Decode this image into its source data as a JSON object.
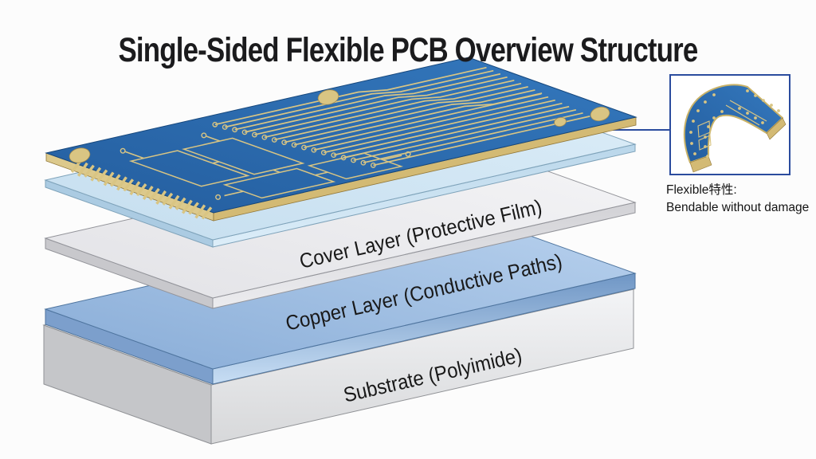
{
  "title": "Single-Sided Flexible PCB Overview Structure",
  "layer_labels": {
    "cover": "Cover Layer (Protective Film)",
    "copper": "Copper Layer (Conductive Paths)",
    "substrate": "Substrate (Polyimide)"
  },
  "callout": {
    "caption_line1": "Flexible特性:",
    "caption_line2": "Bendable without damage"
  },
  "colors": {
    "accent_blue": "#2b4c9e",
    "pcb_blue": "#2e6fb5",
    "pcb_blue_dark": "#245e9f",
    "trace_gold": "#d9c583",
    "pad_gold": "#d9c583",
    "edge_gold_left": "#dcc98c",
    "edge_gold_right": "#d3ba74",
    "film_blue": "#cfe4f3",
    "cover_gray": "#eeeef1",
    "copper_blue": "#9dbde4",
    "substrate_gray": "#e8e9eb",
    "title_color": "#1b1b1d",
    "label_color": "#191919"
  }
}
